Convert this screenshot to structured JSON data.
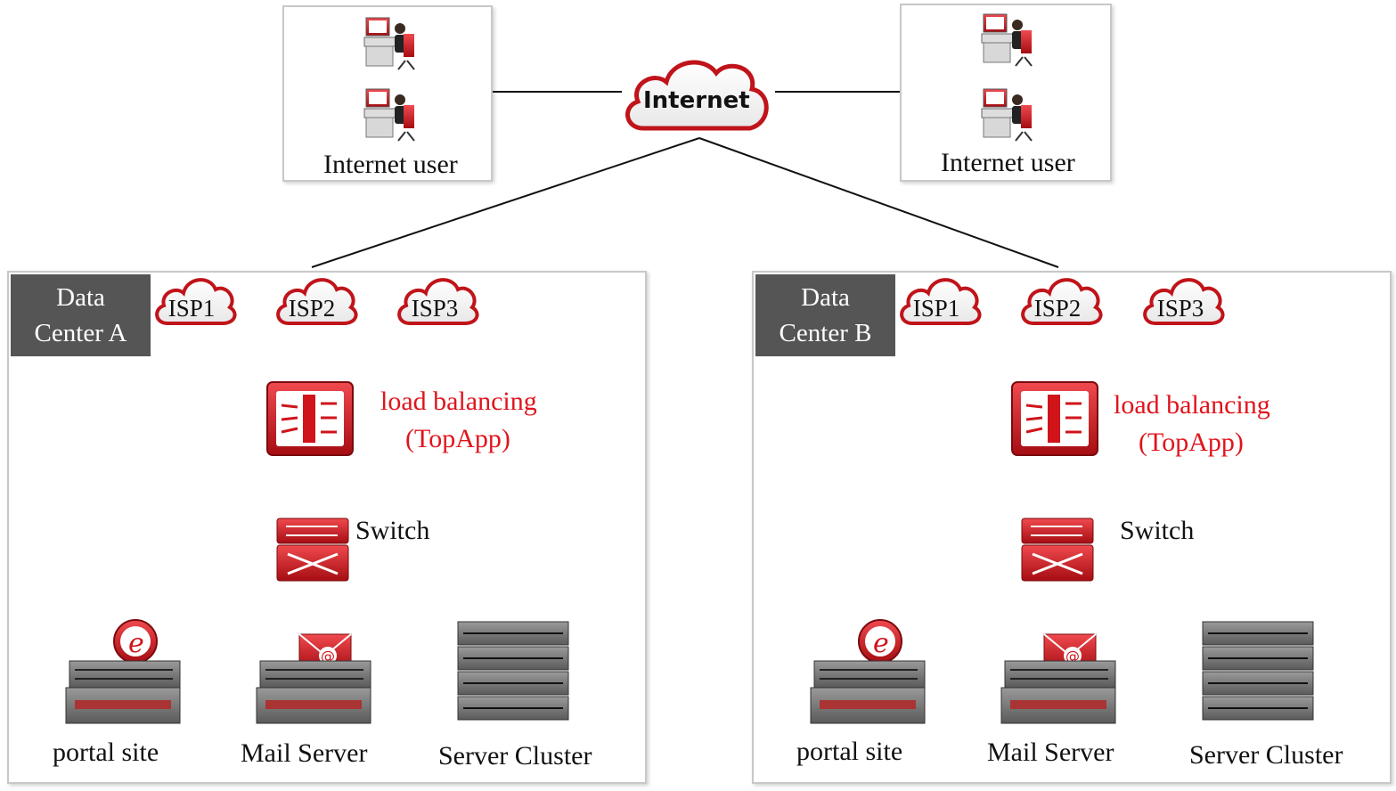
{
  "internet": {
    "label": "Internet"
  },
  "users_left": {
    "label": "Internet user"
  },
  "users_right": {
    "label": "Internet user"
  },
  "dc_a": {
    "title_line1": "Data",
    "title_line2": "Center A",
    "isps": [
      "ISP1",
      "ISP2",
      "ISP3"
    ],
    "lb_line1": "load balancing",
    "lb_line2": "(TopApp)",
    "switch": "Switch",
    "servers": [
      "portal site",
      "Mail Server",
      "Server Cluster"
    ]
  },
  "dc_b": {
    "title_line1": "Data",
    "title_line2": "Center B",
    "isps": [
      "ISP1",
      "ISP2",
      "ISP3"
    ],
    "lb_line1": "load balancing",
    "lb_line2": "(TopApp)",
    "switch": "Switch",
    "servers": [
      "portal site",
      "Mail Server",
      "Server Cluster"
    ]
  },
  "colors": {
    "accent": "#e0141c",
    "tag_bg": "#555555",
    "line": "#111111"
  },
  "icons": [
    "cloud-icon",
    "user-workstation-icon",
    "load-balancer-icon",
    "switch-icon",
    "web-server-icon",
    "mail-server-icon",
    "server-cluster-icon"
  ]
}
